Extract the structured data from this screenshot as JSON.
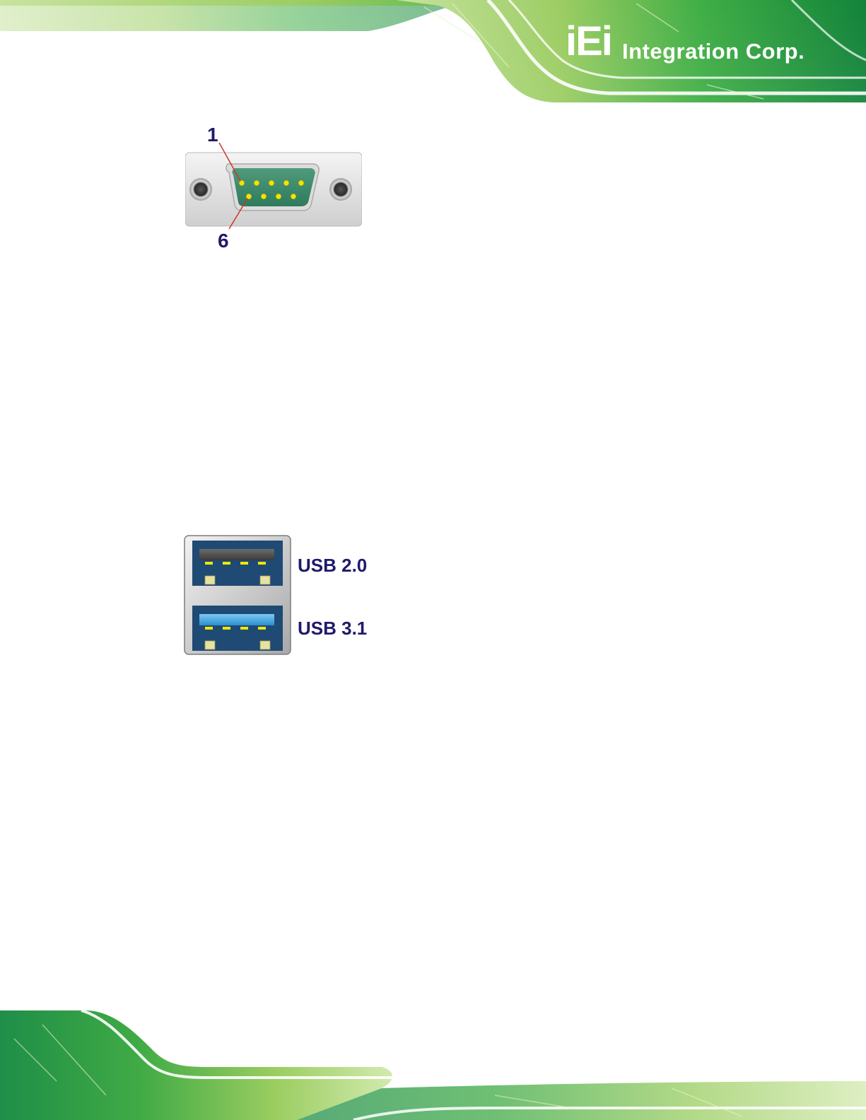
{
  "header": {
    "logo_mark": "iEi",
    "brand": "Integration Corp."
  },
  "db9_figure": {
    "pin_first": "1",
    "pin_sixth": "6"
  },
  "usb_figure": {
    "top_port_label": "USB 2.0",
    "bottom_port_label": "USB 3.1"
  },
  "colors": {
    "label_navy": "#1f1a6b",
    "green_band": "#2e9e3c",
    "db9_green": "#3f8c6d",
    "usb_blue": "#1f4a73",
    "usb3_insert": "#3aa0de",
    "pin_yellow": "#f2e600"
  }
}
